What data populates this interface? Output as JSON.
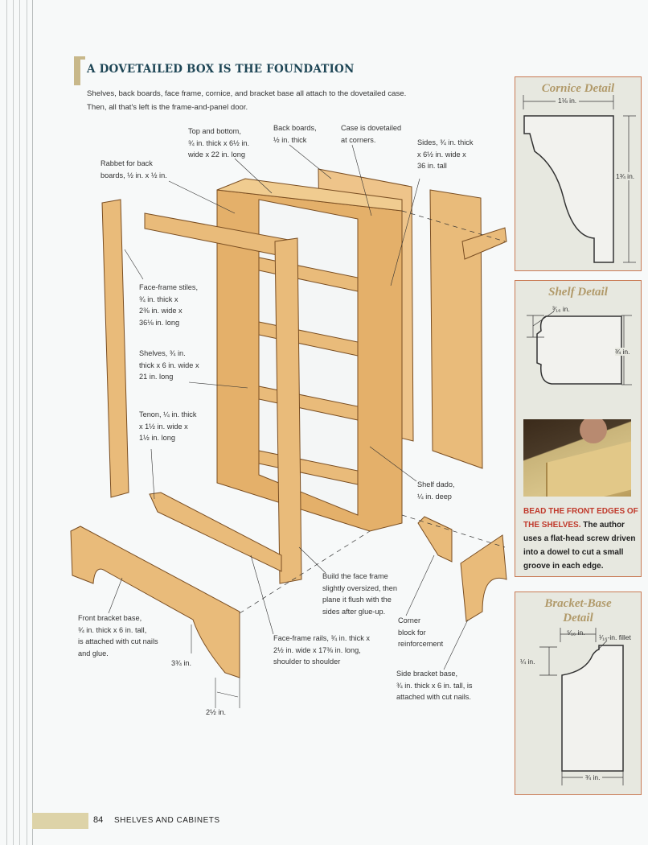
{
  "heading": "A DOVETAILED BOX IS THE FOUNDATION",
  "intro": [
    "Shelves, back boards, face frame, cornice, and bracket base all attach to the dovetailed case.",
    "Then, all that's left is the frame-and-panel door."
  ],
  "labels": {
    "top_bottom": [
      "Top and bottom,",
      "¾ in. thick x 6½ in.",
      "wide x 22 in. long"
    ],
    "back_boards": [
      "Back boards,",
      "½ in. thick"
    ],
    "dovetailed": [
      "Case is dovetailed",
      "at corners."
    ],
    "sides": [
      "Sides, ¾ in. thick",
      "x 6½ in. wide x",
      "36 in. tall"
    ],
    "rabbet": [
      "Rabbet for back",
      "boards, ½ in. x ½ in."
    ],
    "stiles": [
      "Face-frame stiles,",
      "¾ in. thick x",
      "2⅜ in. wide x",
      "36⅛ in. long"
    ],
    "shelves": [
      "Shelves, ¾ in.",
      "thick x 6 in. wide x",
      "21 in. long"
    ],
    "tenon": [
      "Tenon, ¼ in. thick",
      "x 1½ in. wide x",
      "1½ in. long"
    ],
    "shelf_dado": [
      "Shelf dado,",
      "¼ in. deep"
    ],
    "build_face": [
      "Build the face frame",
      "slightly oversized, then",
      "plane it flush with the",
      "sides after glue-up."
    ],
    "corner_block": [
      "Corner",
      "block for",
      "reinforcement"
    ],
    "front_bracket": [
      "Front bracket base,",
      "¾ in. thick x 6 in. tall,",
      "is attached with cut nails",
      "and glue."
    ],
    "dim_3_3_4": "3¾ in.",
    "rails": [
      "Face-frame rails, ¾ in. thick x",
      "2½ in. wide x 17⅜ in. long,",
      "shoulder to shoulder"
    ],
    "side_bracket": [
      "Side bracket base,",
      "¾ in. thick x 6 in. tall, is",
      "attached with cut nails."
    ],
    "dim_2_1_2": "2½ in."
  },
  "cornice_detail": {
    "title": "Cornice Detail",
    "width": "1⅛ in.",
    "height": "1¾ in."
  },
  "shelf_detail": {
    "title": "Shelf Detail",
    "bead": "³⁄₁₆ in.",
    "thickness": "¾ in.",
    "caption_lead": "BEAD THE FRONT EDGES OF THE SHELVES.",
    "caption_body": " The author uses a flat-head screw driven into a dowel to cut a small groove in each edge."
  },
  "bracket_detail": {
    "title_1": "Bracket-Base",
    "title_2": "Detail",
    "width_top": "⁵⁄₁₆ in.",
    "fillet": "¹⁄₁₆-in. fillet",
    "height": "¼ in.",
    "width": "¾ in."
  },
  "footer": {
    "page_number": "84",
    "section": "SHELVES AND CABINETS"
  },
  "colors": {
    "heading": "#1e4656",
    "panel_border": "#c97a55",
    "caption_red": "#c0392b",
    "wood": "#e9bb7a"
  }
}
